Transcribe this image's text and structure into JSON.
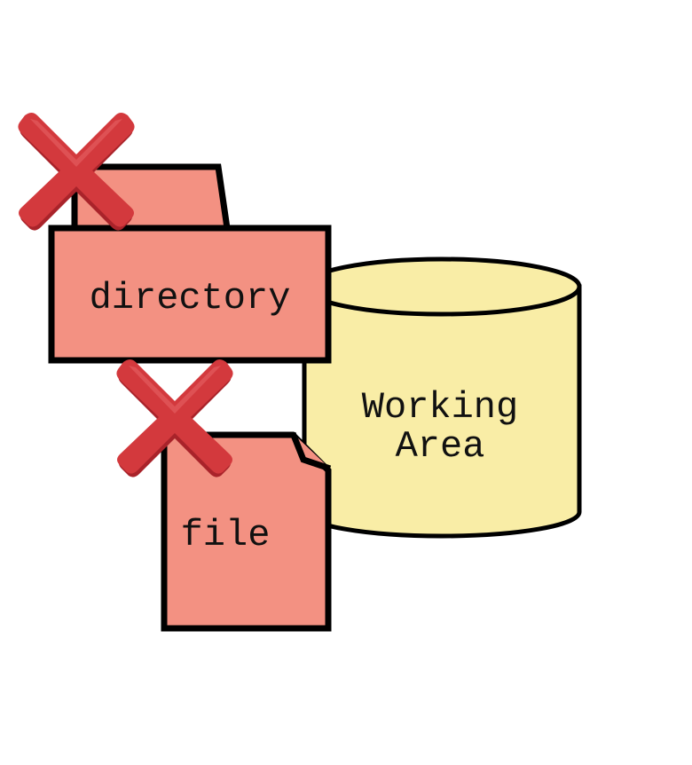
{
  "labels": {
    "working_area_line1": "Working",
    "working_area_line2": "Area",
    "directory": "directory",
    "file": "file"
  },
  "colors": {
    "working_area_fill": "#f9eda6",
    "item_fill": "#f39182",
    "cross_fill": "#d3393d",
    "cross_highlight": "#e25a5c",
    "cross_shadow": "#a9232a",
    "outline": "#000000"
  },
  "icons": {
    "directory_cross": "cross-icon",
    "file_cross": "cross-icon"
  }
}
